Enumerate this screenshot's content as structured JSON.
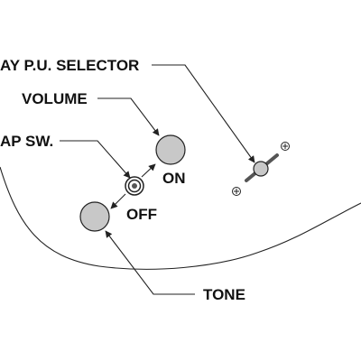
{
  "labels": {
    "selector": "AY P.U. SELECTOR",
    "volume": "VOLUME",
    "tap_switch": "AP SW.",
    "on": "ON",
    "off": "OFF",
    "tone": "TONE"
  },
  "colors": {
    "line": "#222222",
    "knob_fill": "#c8c8c8",
    "background": "#ffffff"
  }
}
